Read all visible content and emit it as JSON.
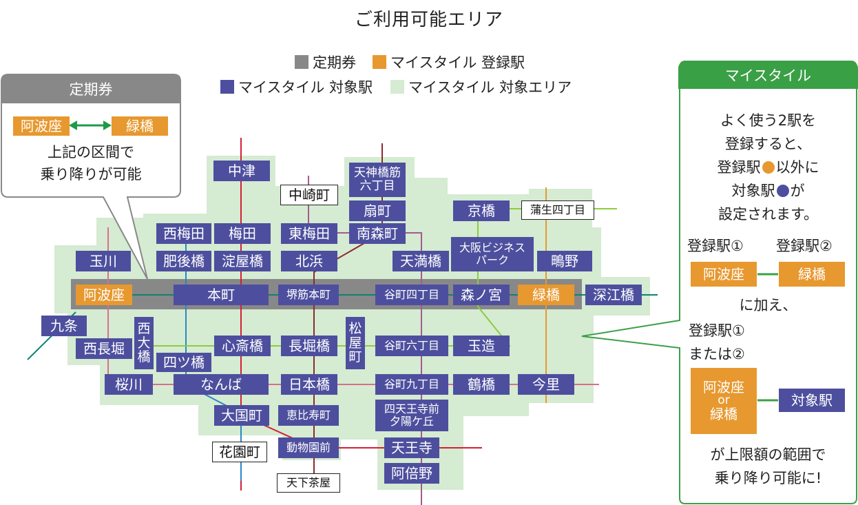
{
  "title": "ご利用可能エリア",
  "legend": {
    "teiki": "定期券",
    "reg": "マイスタイル 登録駅",
    "target": "マイスタイル 対象駅",
    "area": "マイスタイル 対象エリア"
  },
  "colors": {
    "teiki": "#888888",
    "reg": "#e7982f",
    "target": "#4d4f9e",
    "area": "#d5ebd2",
    "mystyle": "#3aa046"
  },
  "teiki_box": {
    "header": "定期券",
    "from": "阿波座",
    "to": "緑橋",
    "text1": "上記の区間で",
    "text2": "乗り降りが可能"
  },
  "mystyle_box": {
    "header": "マイスタイル",
    "l1": "よく使う2駅を",
    "l2": "登録すると、",
    "l3a": "登録駅",
    "l3b": "以外に",
    "l4a": "対象駅",
    "l4b": "が",
    "l5": "設定されます。",
    "reg1": "登録駅①",
    "reg2": "登録駅②",
    "st1": "阿波座",
    "st2": "緑橋",
    "plus": "に加え、",
    "or1": "登録駅①",
    "or2": "または②",
    "or_st1": "阿波座",
    "or_word": "or",
    "or_st2": "緑橋",
    "target": "対象駅",
    "end1": "が上限額の範囲で",
    "end2": "乗り降り可能に!"
  },
  "stations": {
    "nakatsu": "中津",
    "tenjin1": "天神橋筋",
    "tenjin2": "六丁目",
    "nakazaki": "中崎町",
    "ogimachi": "扇町",
    "kyobashi": "京橋",
    "gamo": "蒲生四丁目",
    "nishiumeda": "西梅田",
    "umeda": "梅田",
    "higashiumeda": "東梅田",
    "minamimori": "南森町",
    "obp1": "大阪ビジネス",
    "obp2": "パーク",
    "tamagawa": "玉川",
    "higobashi": "肥後橋",
    "yodoyabashi": "淀屋橋",
    "kitahama": "北浜",
    "tenma": "天満橋",
    "shigino": "鴫野",
    "awaza": "阿波座",
    "honmachi": "本町",
    "sakaisuji": "堺筋本町",
    "tanimachi4": "谷町四丁目",
    "morinomiya": "森ノ宮",
    "midoribashi": "緑橋",
    "fukae": "深江橋",
    "kujo": "九条",
    "nishiohashi": "西大橋",
    "matsuya": "松屋町",
    "shinsaibashi": "心斎橋",
    "nagahori": "長堀橋",
    "tanimachi6": "谷町六丁目",
    "tamatsukuri": "玉造",
    "nishinagahori": "西長堀",
    "yotsubashi": "四ツ橋",
    "sakuragawa": "桜川",
    "namba": "なんば",
    "nipponbashi": "日本橋",
    "tanimachi9": "谷町九丁目",
    "tsuruhashi": "鶴橋",
    "imazato": "今里",
    "daikokucho": "大国町",
    "ebisucho": "恵比寿町",
    "shitennoji1": "四天王寺前",
    "shitennoji2": "夕陽ケ丘",
    "hanazono": "花園町",
    "dobutsuen": "動物園前",
    "tennoji": "天王寺",
    "abeno": "阿倍野",
    "tengachaya": "天下茶屋"
  }
}
